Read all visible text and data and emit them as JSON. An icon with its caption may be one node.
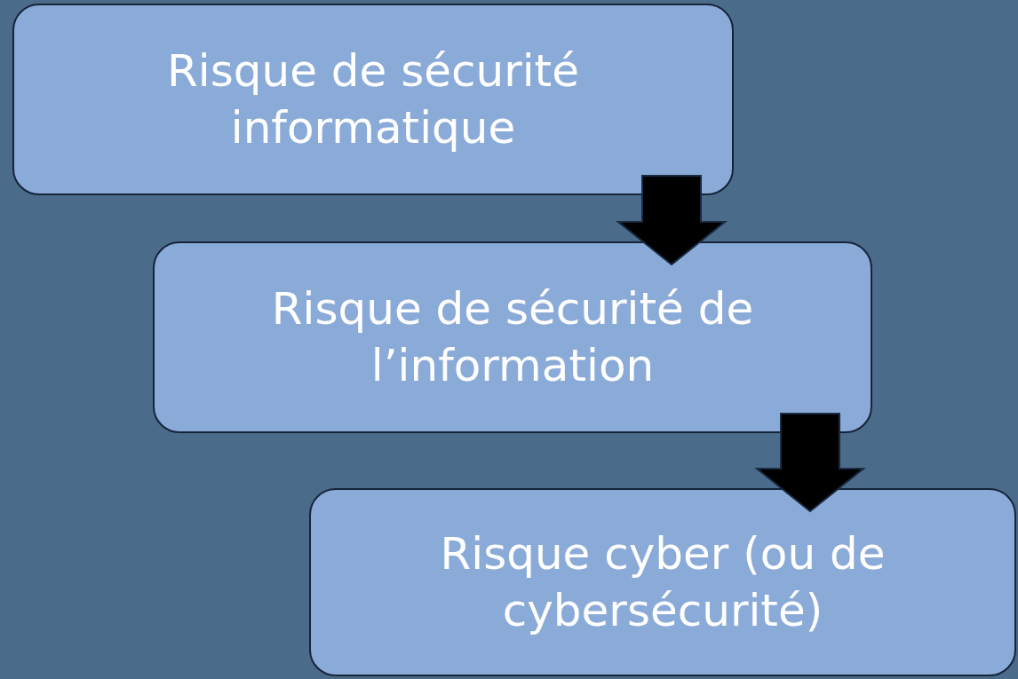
{
  "diagram": {
    "nodes": [
      {
        "text": [
          "Risque de sécurité informatique"
        ]
      },
      {
        "text": [
          "Risque de sécurité de l’information"
        ]
      },
      {
        "text": [
          "Risque cyber (ou de cybersécurité)"
        ]
      }
    ],
    "edges": [
      {
        "from": 0,
        "to": 1,
        "arrow": "to"
      },
      {
        "from": 1,
        "to": 2,
        "arrow": "to"
      }
    ]
  }
}
